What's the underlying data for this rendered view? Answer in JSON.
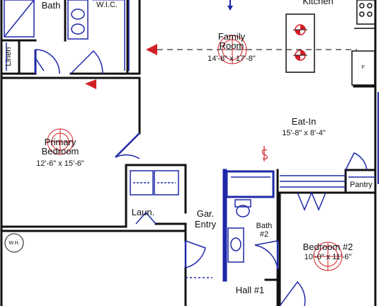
{
  "colors": {
    "wall": "#111111",
    "fixture": "#1e28a8",
    "accent": "#d21f26",
    "background": "#ffffff"
  },
  "rooms": {
    "bath": {
      "name": "Bath"
    },
    "wic": {
      "name": "W.I.C."
    },
    "linen": {
      "name": "Linen"
    },
    "kitchen": {
      "name": "Kitchen"
    },
    "family_room": {
      "name": "Family\nRoom",
      "dims": "14'-8\" x 17'-8\""
    },
    "primary_bedroom": {
      "name": "Primary\nBedroom",
      "dims": "12'-6\" x 15'-6\""
    },
    "eat_in": {
      "name": "Eat-In",
      "dims": "15'-8\" x 8'-4\""
    },
    "laundry": {
      "name": "Laun."
    },
    "garage_entry": {
      "name": "Gar.\nEntry"
    },
    "bath2": {
      "name": "Bath\n#2"
    },
    "pantry": {
      "name": "Pantry"
    },
    "bedroom2": {
      "name": "Bedroom #2",
      "dims": "10'-0\" x 11'-6\""
    },
    "hall1": {
      "name": "Hall #1"
    }
  },
  "fixtures": {
    "water_heater": "W.H.",
    "fridge": "F"
  },
  "icons": [
    "ceiling-fan-icon",
    "pendant-light-icon",
    "ceiling-light-icon",
    "switch-symbol-icon",
    "data-jack-icon"
  ]
}
